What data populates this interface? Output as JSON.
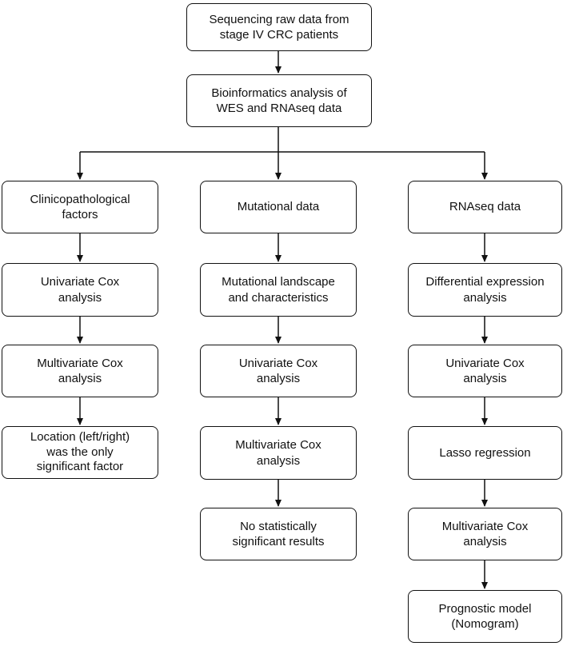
{
  "nodes": {
    "raw": "Sequencing raw data from\nstage IV CRC patients",
    "bioinfo": "Bioinformatics analysis of\nWES and RNAseq data",
    "clin": "Clinicopathological\nfactors",
    "clin_uni": "Univariate Cox\nanalysis",
    "clin_multi": "Multivariate Cox\nanalysis",
    "clin_result": "Location (left/right)\nwas the only\nsignificant factor",
    "mut": "Mutational data",
    "mut_land": "Mutational landscape\nand characteristics",
    "mut_uni": "Univariate Cox\nanalysis",
    "mut_multi": "Multivariate Cox\nanalysis",
    "mut_result": "No statistically\nsignificant results",
    "rna": "RNAseq data",
    "rna_diff": "Differential expression\nanalysis",
    "rna_uni": "Univariate Cox\nanalysis",
    "rna_lasso": "Lasso regression",
    "rna_multi": "Multivariate Cox\nanalysis",
    "rna_model": "Prognostic model\n(Nomogram)"
  },
  "colors": {
    "line": "#111111",
    "box_border": "#111111",
    "background": "#ffffff"
  }
}
